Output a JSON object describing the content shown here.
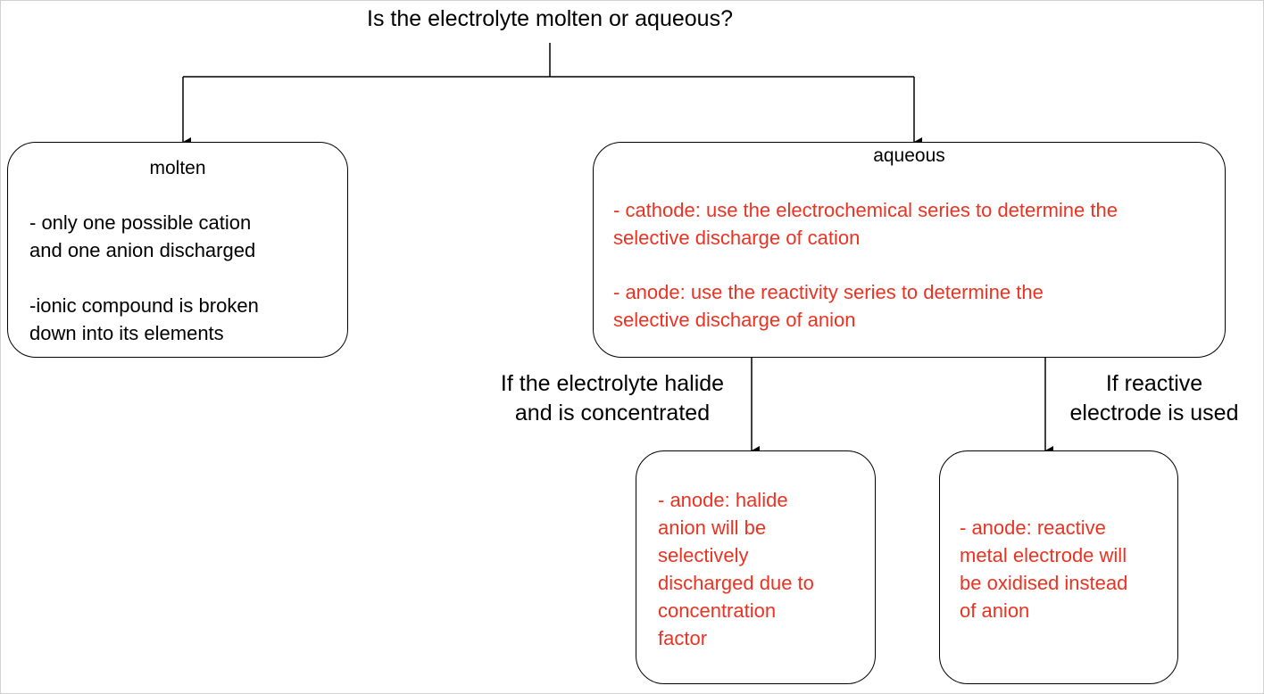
{
  "question": "Is the electrolyte molten or aqueous?",
  "molten": {
    "title": "molten",
    "points": [
      "- only one possible cation\nand one anion discharged",
      "-ionic compound is broken\ndown into its elements"
    ]
  },
  "aqueous": {
    "title": "aqueous",
    "points": [
      "- cathode: use the electrochemical series to determine the\nselective discharge of cation",
      "- anode: use the reactivity series to determine the\nselective discharge of anion"
    ]
  },
  "branches": {
    "halide": {
      "condition": "If the electrolyte halide\nand is concentrated",
      "text": "- anode: halide\nanion will be\nselectively\ndischarged due to\nconcentration\nfactor"
    },
    "reactive": {
      "condition": "If reactive\nelectrode is used",
      "text": "- anode: reactive\nmetal electrode will\nbe oxidised instead\nof anion"
    }
  },
  "colors": {
    "emphasis_text": "#ea3323",
    "normal_text": "#000000"
  }
}
